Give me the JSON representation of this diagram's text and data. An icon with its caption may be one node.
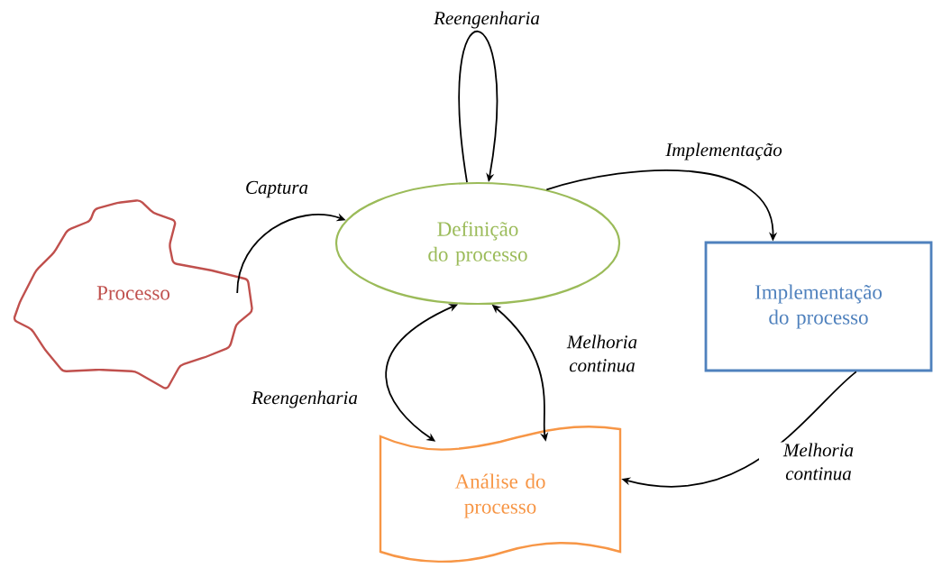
{
  "diagram": {
    "nodes": [
      {
        "text": [
          "Processo"
        ]
      },
      {
        "text": [
          "Definição do processo"
        ]
      },
      {
        "text": [
          "Implementação do processo"
        ]
      },
      {
        "text": [
          "Análise do processo"
        ]
      }
    ],
    "edges": [
      {
        "from": 0,
        "to": 1,
        "arrow": "to",
        "label": "Captura"
      },
      {
        "from": 1,
        "to": 1,
        "arrow": "to",
        "label": "Reengenharia"
      },
      {
        "from": 1,
        "to": 2,
        "arrow": "to",
        "label": "Implementação"
      },
      {
        "from": 2,
        "to": 3,
        "arrow": "to",
        "label": "Melhoria continua"
      },
      {
        "from": 1,
        "to": 3,
        "arrow": "both",
        "label": "Reengenharia"
      },
      {
        "from": 1,
        "to": 3,
        "arrow": "both",
        "label": "Melhoria continua"
      }
    ]
  }
}
